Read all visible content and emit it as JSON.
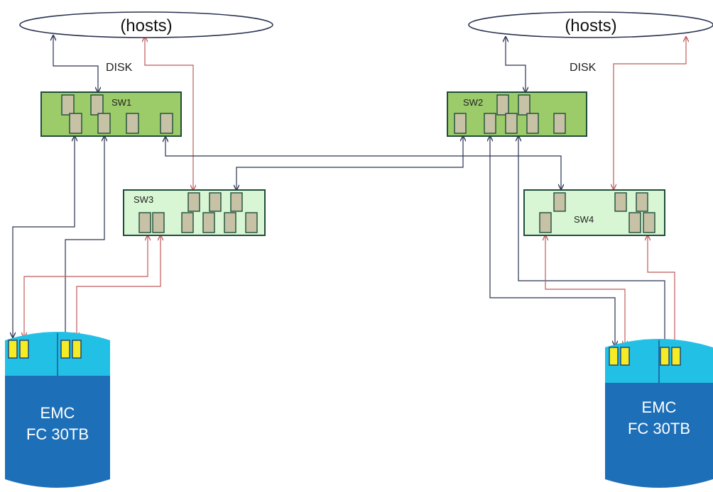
{
  "hosts_left": {
    "label": "(hosts)"
  },
  "hosts_right": {
    "label": "(hosts)"
  },
  "disk_left": {
    "label": "DISK"
  },
  "disk_right": {
    "label": "DISK"
  },
  "sw1": {
    "label": "SW1"
  },
  "sw2": {
    "label": "SW2"
  },
  "sw3": {
    "label": "SW3"
  },
  "sw4": {
    "label": "SW4"
  },
  "storage_left": {
    "line1": "EMC",
    "line2": "FC 30TB"
  },
  "storage_right": {
    "line1": "EMC",
    "line2": "FC 30TB"
  },
  "colors": {
    "switch_dark": "#9ccb6a",
    "switch_light": "#d8f6d4",
    "switch_border": "#1f4d3a",
    "port_fill": "#c7c2a6",
    "storage_body": "#1d6fb8",
    "storage_top": "#23c0e6",
    "storage_port": "#f6ec25",
    "link_dark": "#2a3350",
    "link_red": "#c05a5a"
  }
}
